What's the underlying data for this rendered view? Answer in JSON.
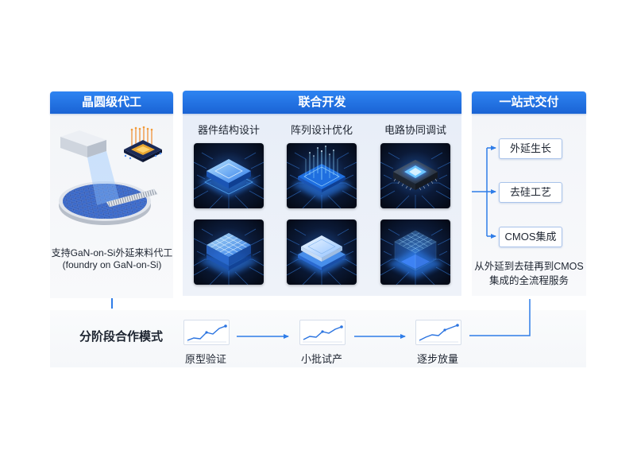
{
  "diagram": {
    "foundry": {
      "title": "晶圆级代工",
      "illustration_icon": "wafer-chip-icon",
      "desc_line1": "支持GaN-on-Si外延来料代工",
      "desc_line2": "(foundry on GaN-on-Si)"
    },
    "joint_development": {
      "title": "联合开发",
      "tracks": [
        {
          "label": "器件结构设计",
          "icons": [
            "chip-glow-icon",
            "chip-array-icon"
          ]
        },
        {
          "label": "阵列设计优化",
          "icons": [
            "chip-streak-icon",
            "chip-layered-icon"
          ]
        },
        {
          "label": "电路协同调试",
          "icons": [
            "chip-core-icon",
            "chip-cube-icon"
          ]
        }
      ]
    },
    "delivery": {
      "title": "一站式交付",
      "steps": [
        "外延生长",
        "去硅工艺",
        "CMOS集成"
      ],
      "summary_line1": "从外延到去硅再到CMOS",
      "summary_line2": "集成的全流程服务"
    },
    "stages": {
      "title": "分阶段合作模式",
      "items": [
        {
          "label": "原型验证",
          "icon": "trend-chart-icon"
        },
        {
          "label": "小批试产",
          "icon": "trend-chart-icon"
        },
        {
          "label": "逐步放量",
          "icon": "trend-chart-icon"
        }
      ]
    }
  },
  "colors": {
    "header_blue": "#1a63d4",
    "accent": "#2f7de8",
    "tile_dark": "#0b1a38",
    "chip_glow": "#2f86ff",
    "pin_orange": "#f08a2a"
  }
}
